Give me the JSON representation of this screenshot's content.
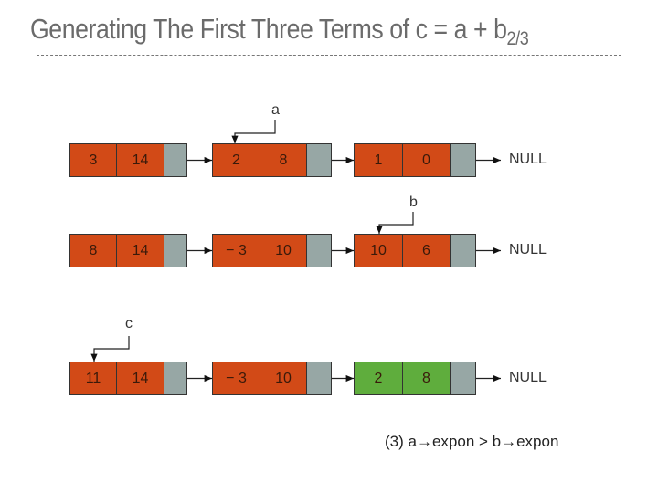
{
  "title": {
    "main": "Generating The First Three Terms of c = a + b",
    "sub": "2/3"
  },
  "colors": {
    "node": "#d24a17",
    "new_node": "#5fad3d",
    "link": "#97a7a5"
  },
  "null_label": "NULL",
  "lists": [
    {
      "pointer": "a",
      "pointer_node": 1,
      "nodes": [
        {
          "coef": "3",
          "expon": "14"
        },
        {
          "coef": "2",
          "expon": "8"
        },
        {
          "coef": "1",
          "expon": "0"
        }
      ]
    },
    {
      "pointer": "b",
      "pointer_node": 2,
      "nodes": [
        {
          "coef": "8",
          "expon": "14"
        },
        {
          "coef": "− 3",
          "expon": "10"
        },
        {
          "coef": "10",
          "expon": "6"
        }
      ]
    },
    {
      "pointer": "c",
      "pointer_node": 0,
      "nodes": [
        {
          "coef": "11",
          "expon": "14"
        },
        {
          "coef": "− 3",
          "expon": "10"
        },
        {
          "coef": "2",
          "expon": "8",
          "new": true
        }
      ]
    }
  ],
  "caption": "(3) a→expon > b→expon"
}
